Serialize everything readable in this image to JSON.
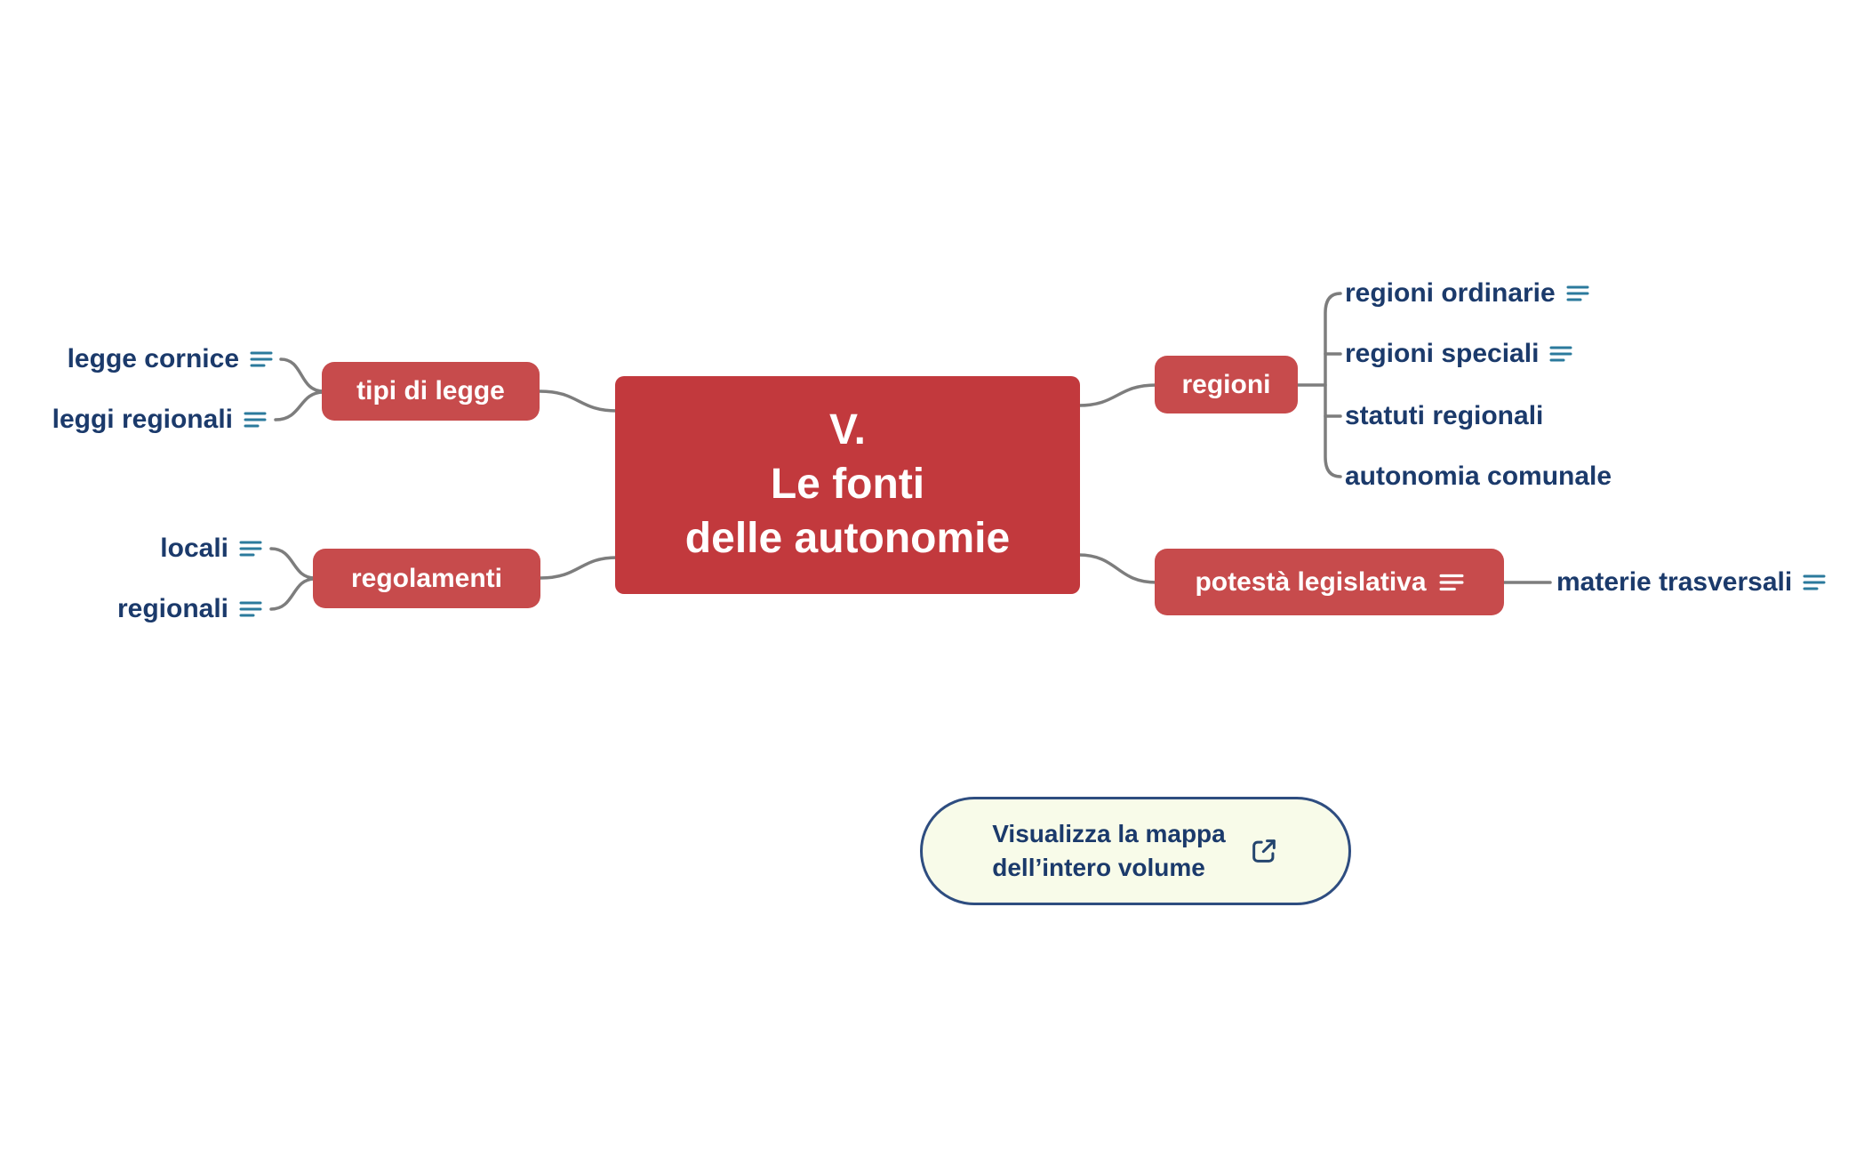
{
  "title": {
    "lines": [
      "V.",
      "Le fonti",
      "delle autonomie"
    ]
  },
  "nodes": {
    "tipi_di_legge": {
      "label": "tipi di legge"
    },
    "legge_cornice": {
      "label": "legge cornice",
      "icon": "list-icon"
    },
    "leggi_regionali": {
      "label": "leggi regionali",
      "icon": "list-icon"
    },
    "regolamenti": {
      "label": "regolamenti"
    },
    "locali": {
      "label": "locali",
      "icon": "list-icon"
    },
    "regionali": {
      "label": "regionali",
      "icon": "list-icon"
    },
    "regioni": {
      "label": "regioni"
    },
    "regioni_ordinarie": {
      "label": "regioni ordinarie",
      "icon": "list-icon"
    },
    "regioni_speciali": {
      "label": "regioni speciali",
      "icon": "list-icon"
    },
    "statuti_regionali": {
      "label": "statuti regionali"
    },
    "autonomia_comunale": {
      "label": "autonomia comunale"
    },
    "potesta_legislativa": {
      "label": "potestà legislativa",
      "icon": "list-icon"
    },
    "materie_trasversali": {
      "label": "materie trasversali",
      "icon": "list-icon"
    }
  },
  "footer_button": {
    "label_line1": "Visualizza la mappa",
    "label_line2": "dell’intero volume",
    "icon": "external-link-icon"
  },
  "colors": {
    "center_node": "#c2393d",
    "branch_node": "#c74b4c",
    "text_navy": "#1b3a6b",
    "icon_blue": "#2b7a9c",
    "connector_gray": "#7d7d7d",
    "button_bg": "#f8fbe9",
    "button_border": "#2e4d80"
  }
}
